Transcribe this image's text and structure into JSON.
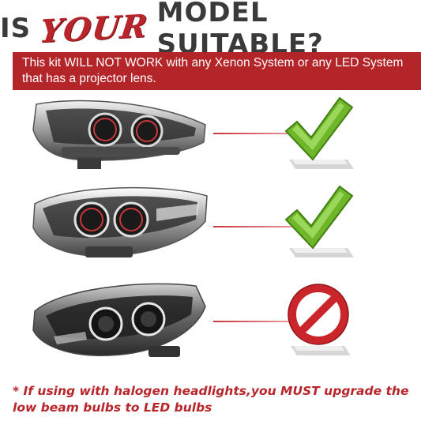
{
  "header": {
    "word_is": "IS",
    "word_your": "YOUR",
    "word_rest": "MODEL SUITABLE?"
  },
  "banner": {
    "text": "This kit WILL NOT WORK with any Xenon System or any LED System that has a projector lens."
  },
  "rows": [
    {
      "verdict": "check-icon"
    },
    {
      "verdict": "check-icon"
    },
    {
      "verdict": "prohibited-icon"
    }
  ],
  "footer": {
    "note": "* If using with halogen headlights,you MUST upgrade the low beam bulbs to LED bulbs"
  },
  "colors": {
    "accent_red": "#b32528",
    "check_green": "#6fb62a",
    "title_gray": "#3a3a3a"
  }
}
